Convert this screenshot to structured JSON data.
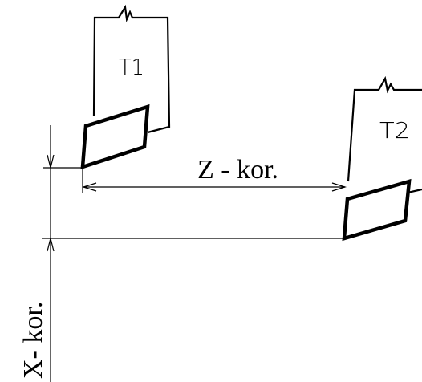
{
  "tools": [
    {
      "name": "T1"
    },
    {
      "name": "T2"
    }
  ],
  "labels": {
    "z_correction": "Z - kor.",
    "x_correction": "X- kor."
  }
}
